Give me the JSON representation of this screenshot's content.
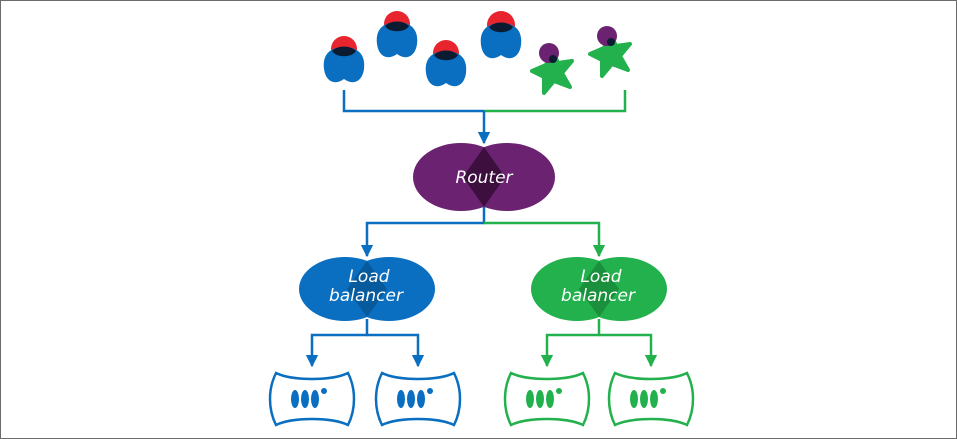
{
  "colors": {
    "blue": "#0a6fc0",
    "green": "#22b14c",
    "purple": "#6b2371",
    "red": "#e8242e",
    "dark_overlap": "#0b1b32",
    "border": "#6b6b6b"
  },
  "clients": [
    {
      "shape": "blob-user",
      "body_color": "blue",
      "head_color": "red"
    },
    {
      "shape": "blob-user",
      "body_color": "blue",
      "head_color": "red"
    },
    {
      "shape": "blob-user",
      "body_color": "blue",
      "head_color": "red"
    },
    {
      "shape": "blob-user",
      "body_color": "blue",
      "head_color": "red"
    },
    {
      "shape": "star-user",
      "body_color": "green",
      "head_color": "purple"
    },
    {
      "shape": "star-user",
      "body_color": "green",
      "head_color": "purple"
    }
  ],
  "router": {
    "label": "Router",
    "color": "purple"
  },
  "load_balancers": [
    {
      "label_line1": "Load",
      "label_line2": "balancer",
      "color": "blue"
    },
    {
      "label_line1": "Load",
      "label_line2": "balancer",
      "color": "green"
    }
  ],
  "servers": [
    {
      "color": "blue"
    },
    {
      "color": "blue"
    },
    {
      "color": "green"
    },
    {
      "color": "green"
    }
  ]
}
